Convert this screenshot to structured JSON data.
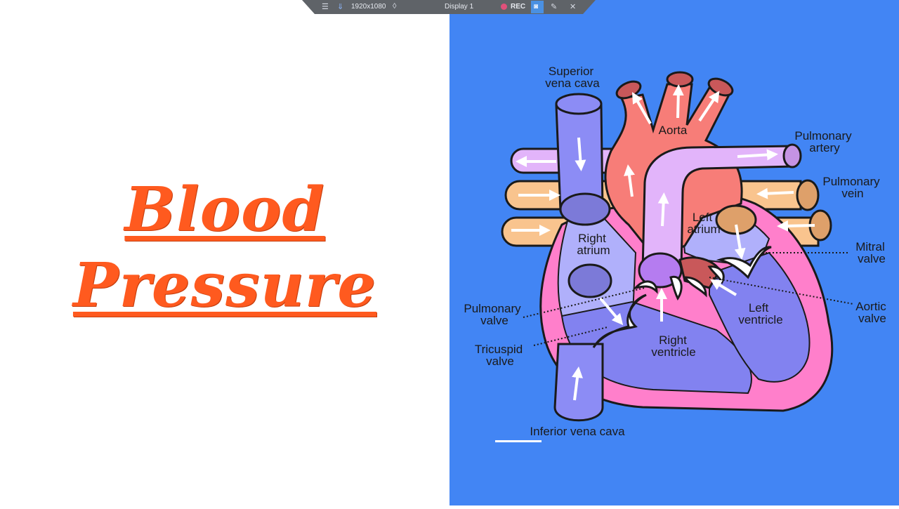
{
  "title": {
    "line1": "Blood",
    "line2": "Pressure"
  },
  "toolbar": {
    "resolution": "1920x1080",
    "display": "Display 1",
    "rec": "REC",
    "icons": [
      "menu-icon",
      "pin-icon",
      "drop-icon",
      "record-dot-icon",
      "camera-icon",
      "pencil-icon",
      "close-icon"
    ]
  },
  "diagram": {
    "superior_vena_cava": [
      "Superior",
      "vena cava"
    ],
    "aorta": "Aorta",
    "pulmonary_artery": [
      "Pulmonary",
      "artery"
    ],
    "pulmonary_vein": [
      "Pulmonary",
      "vein"
    ],
    "left_atrium": [
      "Left",
      "atrium"
    ],
    "right_atrium": [
      "Right",
      "atrium"
    ],
    "mitral_valve": [
      "Mitral",
      "valve"
    ],
    "pulmonary_valve": [
      "Pulmonary",
      "valve"
    ],
    "aortic_valve": [
      "Aortic",
      "valve"
    ],
    "left_ventricle": [
      "Left",
      "ventricle"
    ],
    "tricuspid_valve": [
      "Tricuspid",
      "valve"
    ],
    "right_ventricle": [
      "Right",
      "ventricle"
    ],
    "inferior_vena_cava": "Inferior vena cava"
  },
  "colors": {
    "accent": "#ff5a1f",
    "background_blue": "#4285f4",
    "deoxygenated": "#8c8cf5",
    "oxygenated": "#f77d78",
    "pulmonary_artery": "#e2b4fa",
    "pulmonary_vein": "#f9c48e",
    "muscle": "#ff7fcb"
  }
}
